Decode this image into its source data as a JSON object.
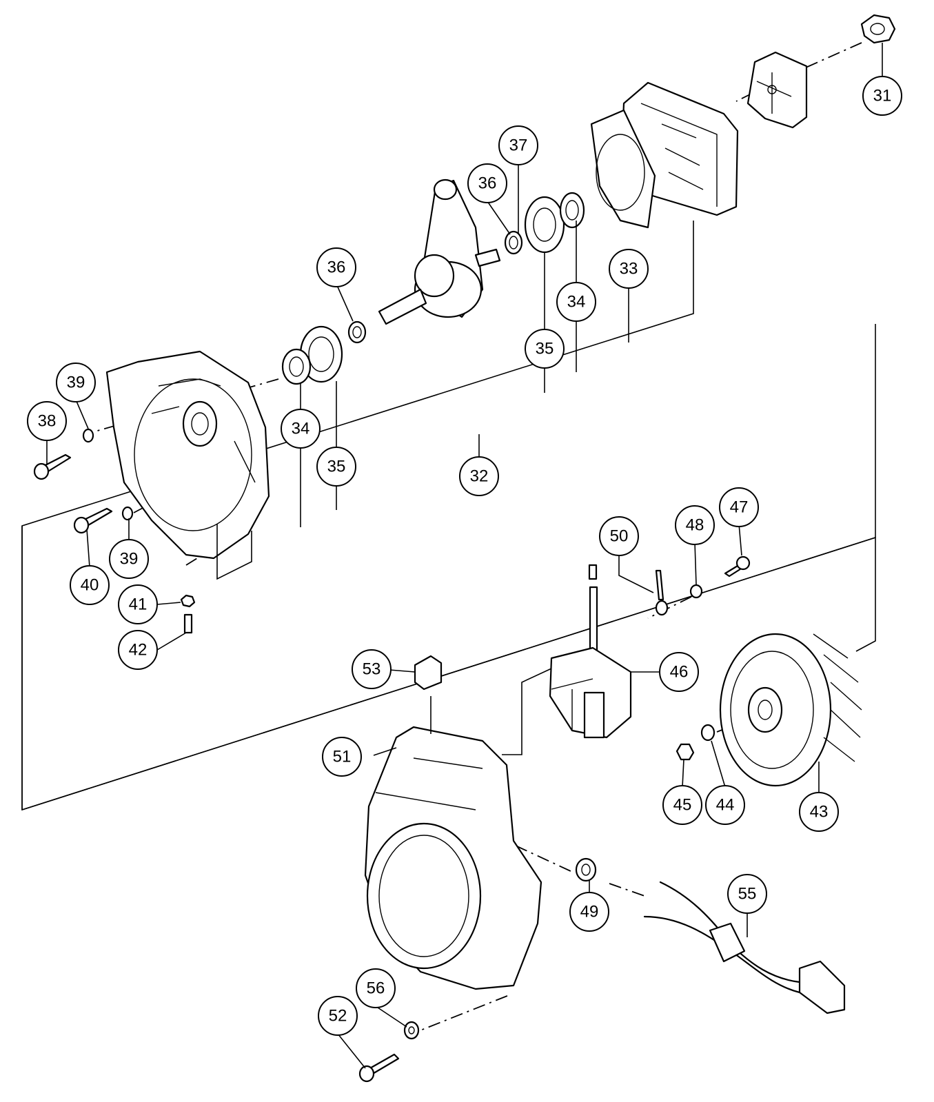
{
  "diagram": {
    "part_numbers": [
      "31",
      "32",
      "33",
      "34",
      "35",
      "36",
      "37",
      "38",
      "39",
      "40",
      "41",
      "42",
      "43",
      "44",
      "45",
      "46",
      "47",
      "48",
      "49",
      "50",
      "51",
      "52",
      "53",
      "55",
      "56"
    ],
    "callouts": [
      {
        "id": "c31",
        "label": "31"
      },
      {
        "id": "c37",
        "label": "37"
      },
      {
        "id": "c36a",
        "label": "36"
      },
      {
        "id": "c33",
        "label": "33"
      },
      {
        "id": "c36b",
        "label": "36"
      },
      {
        "id": "c34a",
        "label": "34"
      },
      {
        "id": "c35a",
        "label": "35"
      },
      {
        "id": "c39a",
        "label": "39"
      },
      {
        "id": "c38",
        "label": "38"
      },
      {
        "id": "c34b",
        "label": "34"
      },
      {
        "id": "c35b",
        "label": "35"
      },
      {
        "id": "c32",
        "label": "32"
      },
      {
        "id": "c47",
        "label": "47"
      },
      {
        "id": "c50",
        "label": "50"
      },
      {
        "id": "c48",
        "label": "48"
      },
      {
        "id": "c39b",
        "label": "39"
      },
      {
        "id": "c40",
        "label": "40"
      },
      {
        "id": "c41",
        "label": "41"
      },
      {
        "id": "c42",
        "label": "42"
      },
      {
        "id": "c53",
        "label": "53"
      },
      {
        "id": "c46",
        "label": "46"
      },
      {
        "id": "c51",
        "label": "51"
      },
      {
        "id": "c45",
        "label": "45"
      },
      {
        "id": "c44",
        "label": "44"
      },
      {
        "id": "c43",
        "label": "43"
      },
      {
        "id": "c55",
        "label": "55"
      },
      {
        "id": "c49",
        "label": "49"
      },
      {
        "id": "c56",
        "label": "56"
      },
      {
        "id": "c52",
        "label": "52"
      }
    ]
  }
}
